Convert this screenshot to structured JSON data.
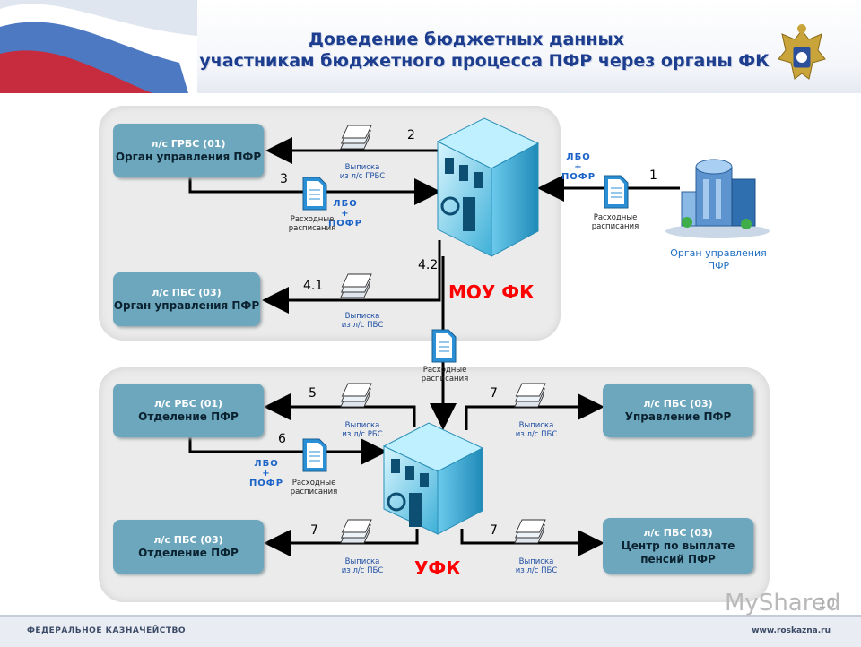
{
  "header": {
    "title_line1": "Доведение бюджетных данных",
    "title_line2": "участникам бюджетного процесса ПФР через органы ФК"
  },
  "nodes": {
    "grbs": {
      "account": "л/с ГРБС (01)",
      "name": "Орган управления ПФР"
    },
    "pbs_top": {
      "account": "л/с ПБС (03)",
      "name": "Орган управления ПФР"
    },
    "rbs": {
      "account": "л/с РБС (01)",
      "name": "Отделение ПФР"
    },
    "pbs_otd": {
      "account": "л/с ПБС (03)",
      "name": "Отделение ПФР"
    },
    "pbs_upr": {
      "account": "л/с ПБС (03)",
      "name": "Управление ПФР"
    },
    "pbs_center": {
      "account": "л/с ПБС (03)",
      "name_line1": "Центр по выплате",
      "name_line2": "пенсий ПФР"
    }
  },
  "labels": {
    "mou_fk": "МОУ ФК",
    "ufk": "УФК",
    "org_top_line1": "Орган управления",
    "org_top_line2": "ПФР",
    "lbo": "ЛБО",
    "plus": "+",
    "pofr": "ПОФР",
    "rash1": "Расходные",
    "rash2": "расписания",
    "vyp": "Выписка",
    "from_grbs": "из л/с ГРБС",
    "from_pbs": "из л/с ПБС",
    "from_rbs": "из л/с РБС"
  },
  "steps": {
    "s1": "1",
    "s2": "2",
    "s3": "3",
    "s41": "4.1",
    "s42": "4.2",
    "s5": "5",
    "s6": "6",
    "s7": "7"
  },
  "footer": {
    "left": "ФЕДЕРАЛЬНОЕ КАЗНАЧЕЙСТВО",
    "right": "www.roskazna.ru",
    "page": "10",
    "watermark": "MyShared"
  },
  "colors": {
    "node_bg": "#6da7bd",
    "panel_bg": "#ebebeb",
    "accent_red": "#ff0000",
    "title_blue": "#1d3d8f",
    "lbo_blue": "#1b63c8"
  }
}
